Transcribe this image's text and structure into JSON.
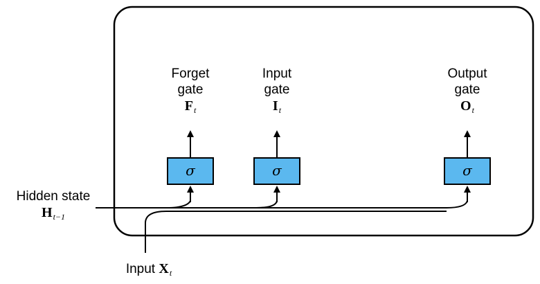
{
  "gates": [
    {
      "title": "Forget",
      "subtitle": "gate",
      "symbol": "F",
      "sub": "t",
      "activation": "σ"
    },
    {
      "title": "Input",
      "subtitle": "gate",
      "symbol": "I",
      "sub": "t",
      "activation": "σ"
    },
    {
      "title": "Output",
      "subtitle": "gate",
      "symbol": "O",
      "sub": "t",
      "activation": "σ"
    }
  ],
  "hidden_state": {
    "label": "Hidden state",
    "symbol": "H",
    "sub": "t−1"
  },
  "input": {
    "label": "Input",
    "symbol": "X",
    "sub": "t"
  },
  "colors": {
    "box_fill": "#5bb8ef",
    "stroke": "#000000"
  }
}
